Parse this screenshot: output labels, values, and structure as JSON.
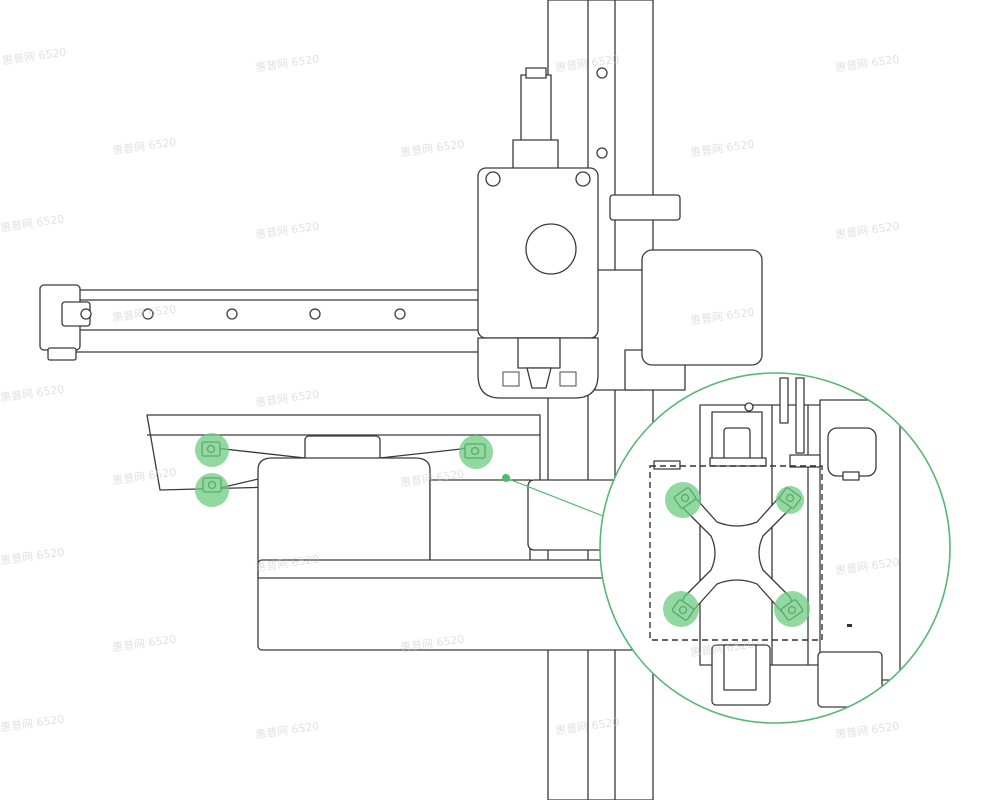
{
  "watermark_text": "惠普网 6520",
  "colors": {
    "highlight": "#4cbd6a",
    "highlight_fill": "#6ccb82",
    "callout_ring": "#58b872",
    "line": "#3a3a3a"
  },
  "highlighted_screws_main": 3,
  "highlighted_screws_detail": 4
}
